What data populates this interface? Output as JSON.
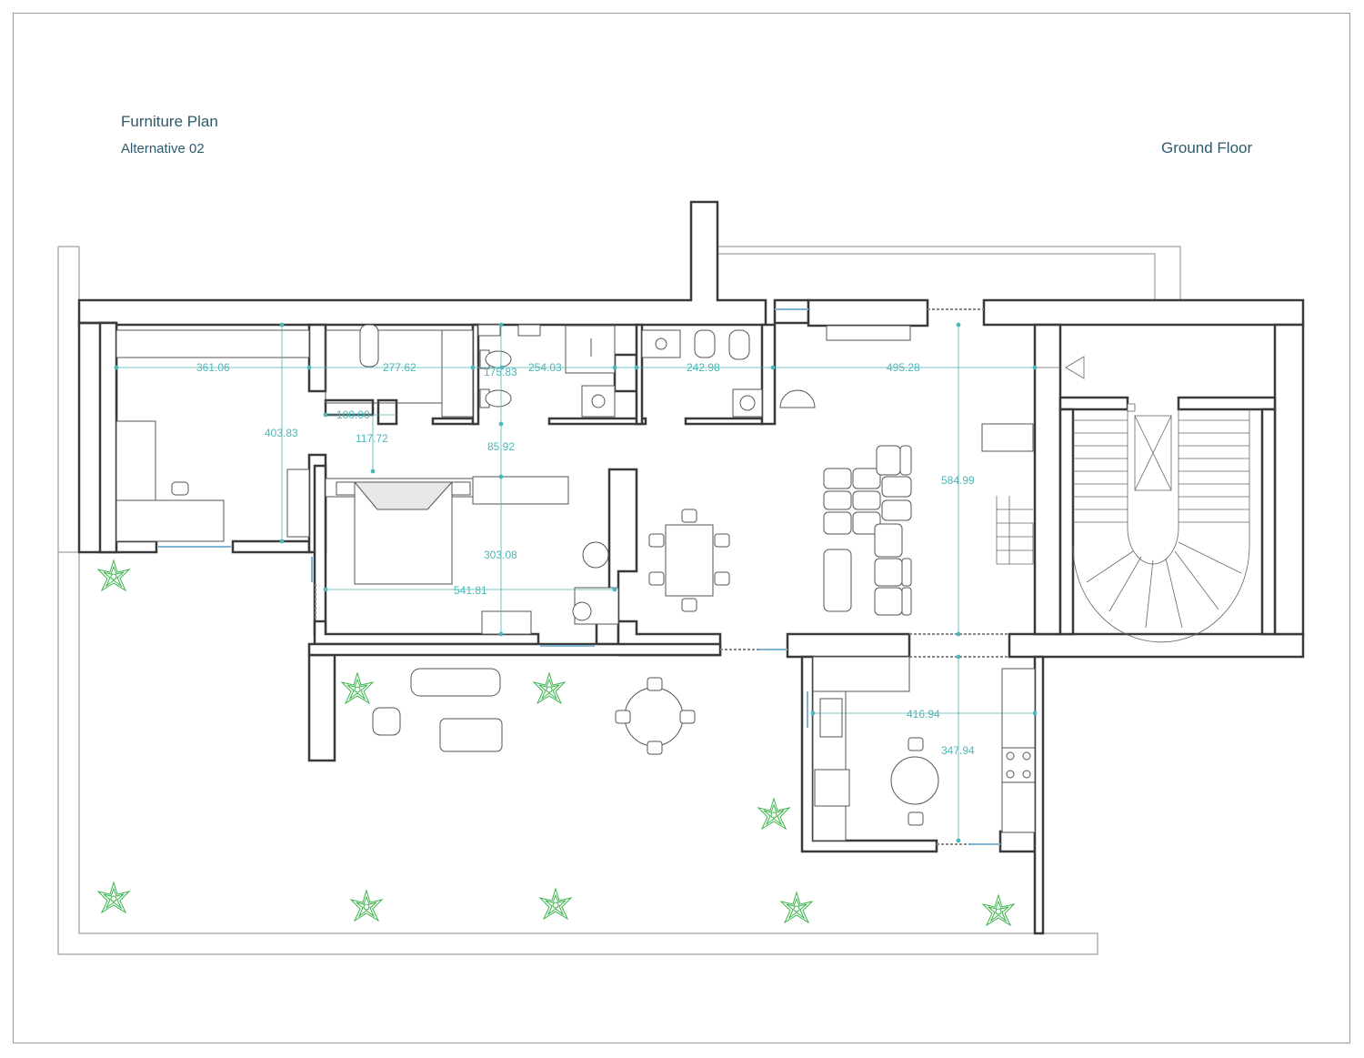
{
  "header": {
    "title": "Furniture Plan",
    "subtitle": "Alternative 02",
    "floor": "Ground Floor"
  },
  "colors": {
    "wall": "#3a3a3a",
    "line": "#555555",
    "dimension": "#4db6b6",
    "plant": "#3cb44b",
    "window": "#7fb3d5",
    "title": "#2f5a6b"
  },
  "dimensions": {
    "d1": "361.06",
    "d2": "277.62",
    "d3": "175.83",
    "d4": "254.03",
    "d5": "242.98",
    "d6": "495.28",
    "d7": "403.83",
    "d8": "100.00",
    "d9": "117.72",
    "d10": "85.92",
    "d11": "584.99",
    "d12": "303.08",
    "d13": "541.81",
    "d14": "416.94",
    "d15": "347.94"
  },
  "icons": [
    "plant-icon",
    "chair-icon",
    "toilet-icon",
    "sink-icon",
    "bed-icon",
    "sofa-icon",
    "dining-table-icon",
    "stove-icon",
    "staircase-icon"
  ]
}
